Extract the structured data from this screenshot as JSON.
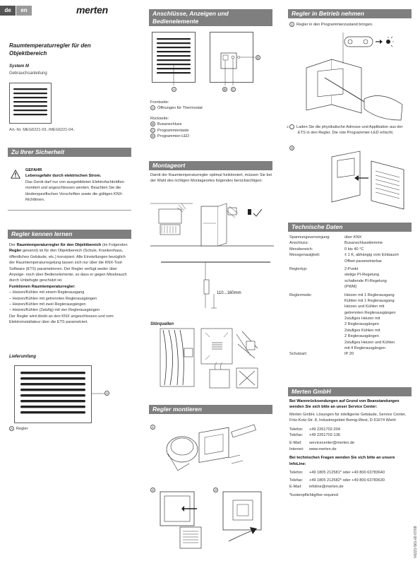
{
  "header": {
    "lang_de": "de",
    "lang_en": "en",
    "brand": "merten"
  },
  "col1": {
    "title": "Raumtemperaturregler für den Objektbereich",
    "system": "System M",
    "manual": "Gebrauchsanleitung",
    "art_nr": "Art.-Nr. MEG6221-03../MEG6221-04..",
    "safety": {
      "heading": "Zu Ihrer Sicherheit",
      "danger": "GEFAHR",
      "danger_bold": "Lebensgefahr durch elektrischen Strom.",
      "danger_text": "Das Gerät darf nur von ausgebildeten Elektrofachkräften montiert und angeschlossen werden. Beachten Sie die länderspezifischen Vorschriften sowie die gültigen KNX-Richtlinien."
    },
    "intro": {
      "heading": "Regler kennen lernen",
      "p1_pre": "Der ",
      "p1_bold": "Raumtemperaturregler für den Objektbereich",
      "p1_mid": " (im Folgenden ",
      "p1_bold2": "Regler",
      "p1_post": " genannt) ist für den Objektbereich (Schule, Krankenhaus, öffentliches Gebäude, etc.) konzipiert. Alle Einstellungen bezüglich der Raumtemperaturregelung lassen sich nur über die KNX-Tool-Software (ETS) parametrieren. Der Regler verfügt weder über Anzeige- noch über Bedienelemente, so dass er gegen Missbrauch durch Unbefugte geschützt ist.",
      "functions_heading": "Funktionen Raumtemperaturregler:",
      "functions": [
        "– Heizen/Kühlen mit einem Reglerausgang",
        "– Heizen/Kühlen mit getrennten Reglerausgängen",
        "– Heizen/Kühlen mit zwei Reglerausgängen",
        "– Heizen/Kühlen (2stufig) mit vier Reglerausgängen"
      ],
      "p2": "Der Regler wird direkt an den KNX angeschlossen und vom Elektroinstallateur über die ETS parametriert."
    },
    "scope": {
      "heading": "Lieferumfang",
      "callout": "A",
      "legend_letter": "A",
      "legend_text": "Regler"
    }
  },
  "col2": {
    "connections": {
      "heading": "Anschlüsse, Anzeigen und Bedienelemente",
      "callouts": [
        "A",
        "B",
        "C",
        "D"
      ],
      "front_label": "Frontseite:",
      "front_items": [
        {
          "letter": "A",
          "text": "Öffnungen für Thermostat"
        }
      ],
      "back_label": "Rückseite:",
      "back_items": [
        {
          "letter": "B",
          "text": "Busanschluss"
        },
        {
          "letter": "C",
          "text": "Programmiertaste"
        },
        {
          "letter": "D",
          "text": "Programmier-LED"
        }
      ]
    },
    "mounting_location": {
      "heading": "Montageort",
      "text": "Damit der Raumtemperaturregler optimal funktioniert, müssen Sie bei der Wahl des richtigen Montageortes folgendes berücksichtigen:",
      "height": "110...160mm",
      "interference": "Störquellen"
    },
    "mount": {
      "heading": "Regler montieren",
      "steps": [
        "1",
        "2",
        "3"
      ]
    }
  },
  "col3": {
    "commissioning": {
      "heading": "Regler in Betrieb nehmen",
      "step1_num": "1",
      "step1": "Regler in den Programmierzustand bringen.",
      "step2_num": "2",
      "step2": "Laden Sie die physikalische Adresse und Applikation aus der ETS in den Regler. Die rote Programmier-LED erlischt.",
      "step3_num": "3"
    },
    "tech": {
      "heading": "Technische Daten",
      "rows": [
        {
          "k": "Spannungsversorgung:",
          "v": [
            "über KNX"
          ]
        },
        {
          "k": "Anschluss:",
          "v": [
            "Busanschlussklemme"
          ]
        },
        {
          "k": "Messbereich:",
          "v": [
            "0 bis 40 °C"
          ]
        },
        {
          "k": "Messgenauigkeit:",
          "v": [
            "± 1 K, abhängig vom Einbauort",
            "Offset parametrierbar"
          ]
        },
        {
          "k": "Reglertyp:",
          "v": [
            "2-Punkt",
            "stetige PI-Regelung",
            "schaltende PI-Regelung",
            "(PWM)"
          ]
        },
        {
          "k": "Reglermode:",
          "v": [
            "Heizen mit 1 Reglerausgang",
            "Kühlen mit 1 Reglerausgang",
            "Heizen und Kühlen mit",
            "getrennten Reglerausgängen",
            "2stufiges Heizen mit",
            "2 Reglerausgängen",
            "2stufiges Kühlen mit",
            "2 Reglerausgängen",
            "2stufiges Heizen und Kühlen",
            "mit 4 Reglerausgängen"
          ]
        },
        {
          "k": "Schutzart:",
          "v": [
            "IP 20"
          ]
        }
      ]
    },
    "merten": {
      "heading": "Merten GmbH",
      "intro_bold": "Bei Warenrücksendungen auf Grund von Beanstandungen wenden Sie sich bitte an unser Service Center:",
      "address": "Merten GmbH, Lösungen für intelligente Gebäude, Service Center, Fritz-Kotz-Str. 8, Industriegebiet Bomig-West, D-51674 Wiehl",
      "contacts1": [
        {
          "k": "Telefon:",
          "v": "+49 2261702-204"
        },
        {
          "k": "Telefax:",
          "v": "+49 2261702-136"
        },
        {
          "k": "E-Mail:",
          "v": "servicecenter@merten.de"
        },
        {
          "k": "Internet:",
          "v": "www.merten.de"
        }
      ],
      "tech_bold": "Bei technischen Fragen wenden Sie sich bitte an unsere InfoLine:",
      "contacts2": [
        {
          "k": "Telefon:",
          "v": "+49 1805 212581* oder +49 800 63783640"
        },
        {
          "k": "Telefax:",
          "v": "+49 1805 212582* oder +49 800 63783630"
        },
        {
          "k": "E-Mail:",
          "v": "infoline@merten.de"
        }
      ],
      "footnote": "*kostenpflichtig/fee required"
    },
    "doc_code": "V6221-561-00 07/09"
  }
}
